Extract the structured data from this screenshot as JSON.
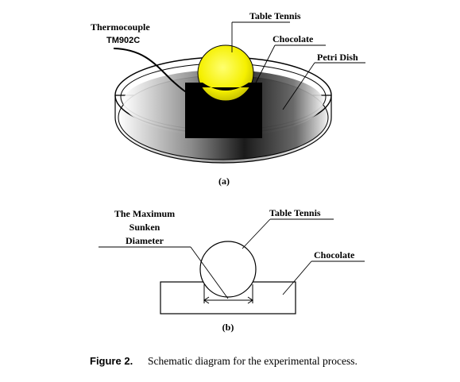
{
  "panel_a": {
    "thermocouple_line1": "Thermocouple",
    "thermocouple_line2": "TM902C",
    "table_tennis": "Table Tennis",
    "chocolate": "Chocolate",
    "petri_dish": "Petri Dish",
    "sublabel": "(a)"
  },
  "panel_b": {
    "max_line1": "The Maximum",
    "max_line2": "Sunken",
    "max_line3": "Diameter",
    "table_tennis": "Table Tennis",
    "chocolate": "Chocolate",
    "sublabel": "(b)"
  },
  "caption": {
    "prefix": "Figure 2.",
    "text": "Schematic diagram for the experimental process."
  },
  "colors": {
    "ball_yellow": "#f5f000",
    "chocolate_black": "#000000"
  }
}
